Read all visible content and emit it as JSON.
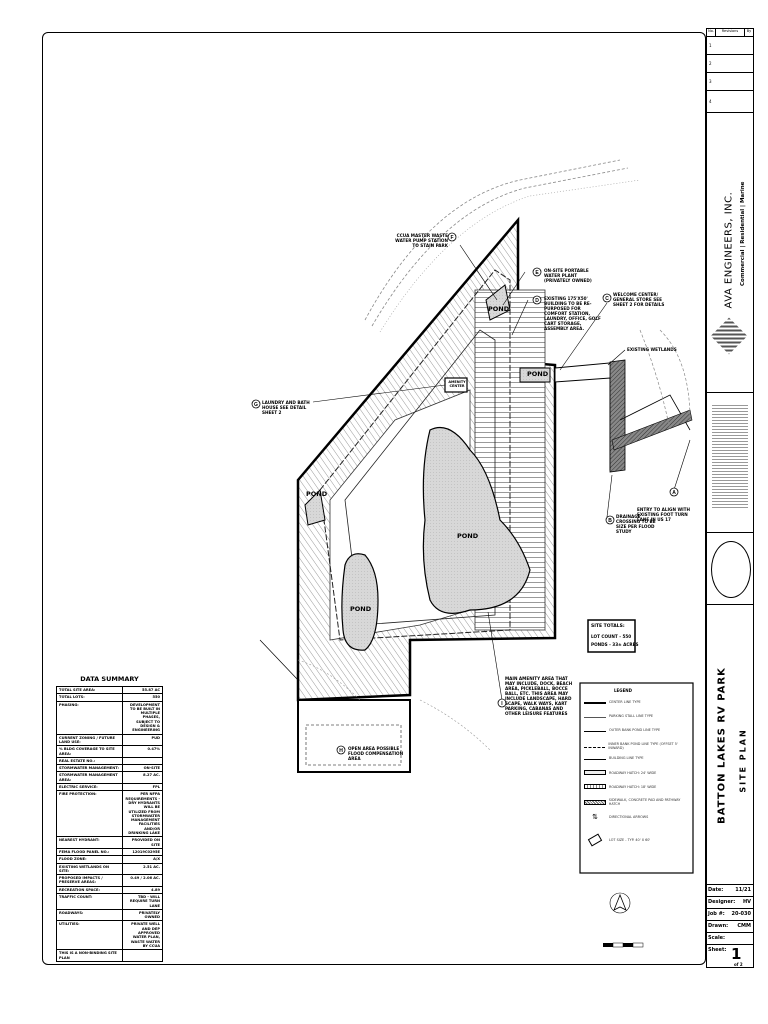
{
  "title_block": {
    "revisions": {
      "no_header": "No.",
      "rev_header": "Revisions",
      "by_header": "By",
      "rows": [
        "1",
        "2",
        "3",
        "4"
      ]
    },
    "firm_name": "AVA ENGINEERS, INC.",
    "firm_tagline": "Commercial | Residential | Marine",
    "project_name": "BATTON LAKES RV PARK",
    "sheet_title": "SITE PLAN",
    "date_label": "Date:",
    "date_value": "11/21",
    "designer_label": "Designer:",
    "designer_value": "HV",
    "job_label": "Job #:",
    "job_value": "20-030",
    "drawn_label": "Drawn:",
    "drawn_value": "CMM",
    "scale_label": "Scale:",
    "scale_value": "",
    "sheet_label": "Sheet:",
    "sheet_number": "1",
    "sheet_of": "of 2"
  },
  "plan": {
    "ponds": [
      {
        "id": "pond-north",
        "label": "POND"
      },
      {
        "id": "pond-east",
        "label": "POND"
      },
      {
        "id": "pond-west",
        "label": "POND"
      },
      {
        "id": "pond-main",
        "label": "POND"
      },
      {
        "id": "pond-southwest",
        "label": "POND"
      }
    ],
    "amenity_center": "AMENITY CENTER",
    "callouts": [
      {
        "id": "ccua",
        "tag": "F",
        "text": "CCUA MASTER WASTE WATER PUMP STATION TO STAIN PARK"
      },
      {
        "id": "water-plant",
        "tag": "E",
        "text": "ON-SITE PORTABLE WATER PLANT (PRIVATELY OWNED)"
      },
      {
        "id": "existing-building",
        "tag": "D",
        "text": "EXISTING 175'X50' BUILDING TO BE RE-PURPOSED FOR COMFORT STATION, LAUNDRY, OFFICE, GOLF CART STORAGE, ASSEMBLY AREA."
      },
      {
        "id": "welcome-center",
        "tag": "C",
        "text": "WELCOME CENTER/ GENERAL STORE SEE SHEET 2 FOR DETAILS"
      },
      {
        "id": "existing-wetlands",
        "tag": "",
        "text": "EXISTING WETLANDS"
      },
      {
        "id": "laundry",
        "tag": "G",
        "text": "LAUNDRY AND BATH HOUSE SEE DETAIL SHEET 2"
      },
      {
        "id": "entry",
        "tag": "A",
        "text": "ENTRY TO ALIGN WITH EXISTING FOOT TURN LANE IN US 17"
      },
      {
        "id": "drainage",
        "tag": "B",
        "text": "DRAINAGE CROSSING TO BE SIZE PER FLOOD STUDY"
      },
      {
        "id": "amenity-area",
        "tag": "I",
        "text": "MAIN AMENITY AREA THAT MAY INCLUDE, DOCK, BEACH AREA, PICKLEBALL, BOCCE BALL, ETC. THIS AREA MAY INCLUDE LANDSCAPE, HARD SCAPE, WALK WAYS, KART PARKING, CABANAS AND OTHER LEISURE FEATURES"
      },
      {
        "id": "open-area",
        "tag": "H",
        "text": "OPEN AREA POSSIBLE FLOOD COMPENSATION AREA"
      }
    ],
    "site_totals": {
      "title": "SITE TOTALS:",
      "lot_count": "LOT COUNT - 550",
      "ponds": "PONDS - 33± ACRES"
    }
  },
  "legend": {
    "title": "LEGEND",
    "items": [
      "CENTER LINE TYPE",
      "PARKING STALL LINE TYPE",
      "OUTER BANK POND LINE TYPE",
      "INNER BANK POND LINE TYPE (OFFSET 5' INWARD)",
      "BUILDING LINE TYPE",
      "ROADWAY HATCH: 24' WIDE",
      "ROADWAY HATCH: 18' WIDE",
      "SIDEWALK, CONCRETE PAD AND PATHWAY HATCH",
      "DIRECTIONAL ARROWS",
      "LOT SIZE - TYP. 40' X 60'"
    ]
  },
  "data_summary": {
    "title": "DATA SUMMARY",
    "rows": [
      [
        "TOTAL SITE AREA:",
        "55.87 AC"
      ],
      [
        "TOTAL LOTS:",
        "550"
      ],
      [
        "PHASING:",
        "DEVELOPMENT TO BE BUILT IN MULTIPLE PHASES, SUBJECT TO DESIGN & ENGINEERING"
      ],
      [
        "CURRENT ZONING / FUTURE LAND USE:",
        "PUD"
      ],
      [
        "% BLDG COVERAGE TO SITE AREA:",
        "0.47%"
      ],
      [
        "REAL ESTATE NO.:",
        ""
      ],
      [
        "STORMWATER MANAGEMENT:",
        "ON-SITE"
      ],
      [
        "STORMWATER MANAGEMENT AREA:",
        "8.27 AC."
      ],
      [
        "ELECTRIC SERVICE:",
        "FPL"
      ],
      [
        "FIRE PROTECTION:",
        "PER NFPA REQUIREMENTS - DRY HYDRANTS WILL BE UTILIZED FROM STORMWATER MANAGEMENT FACILITIES AND/OR DRINKING LAKE"
      ],
      [
        "NEAREST HYDRANT:",
        "PROVIDED ON SITE"
      ],
      [
        "FEMA FLOOD PANEL NO.:",
        "12019C0295E"
      ],
      [
        "FLOOD ZONE:",
        "A/X"
      ],
      [
        "EXISTING WETLANDS ON SITE:",
        "2.51 AC."
      ],
      [
        "PROPOSED IMPACTS / PRESERVE AREAS:",
        "0.49 / 2.06 AC."
      ],
      [
        "RECREATION SPACE:",
        "4.89"
      ],
      [
        "TRAFFIC COUNT:",
        "TBD - WILL REQUIRE TURN LANE"
      ],
      [
        "ROADWAYS:",
        "PRIVATELY OWNED"
      ],
      [
        "UTILITIES:",
        "PRIVATE WELL AND DEP APPROVED WATER PLAN, WASTE WATER BY CCUA"
      ],
      [
        "THIS IS A NON-BINDING SITE PLAN",
        ""
      ]
    ]
  }
}
